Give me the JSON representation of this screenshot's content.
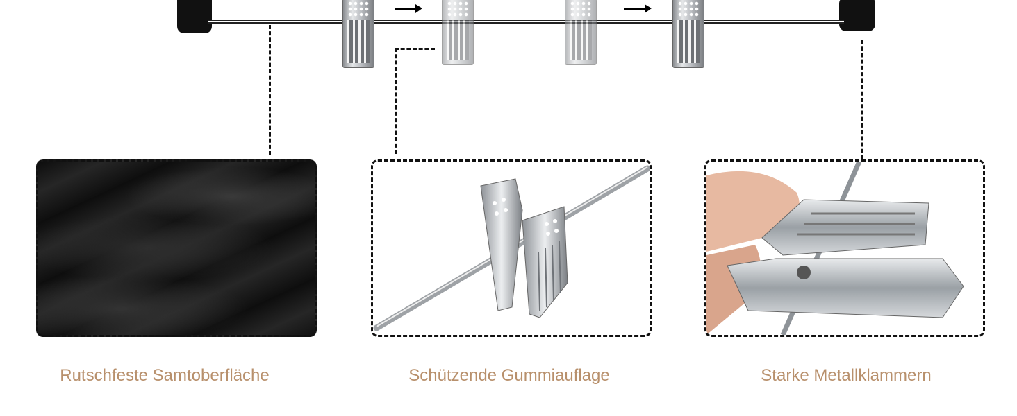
{
  "features": [
    {
      "label": "Rutschfeste Samtoberfläche",
      "image": "velvet-surface-closeup"
    },
    {
      "label": "Schützende Gummiauflage",
      "image": "clip-on-rod"
    },
    {
      "label": "Starke Metallklammern",
      "image": "hand-pressing-metal-clip"
    }
  ],
  "colors": {
    "label": "#b8906c",
    "lines": "#111111"
  }
}
